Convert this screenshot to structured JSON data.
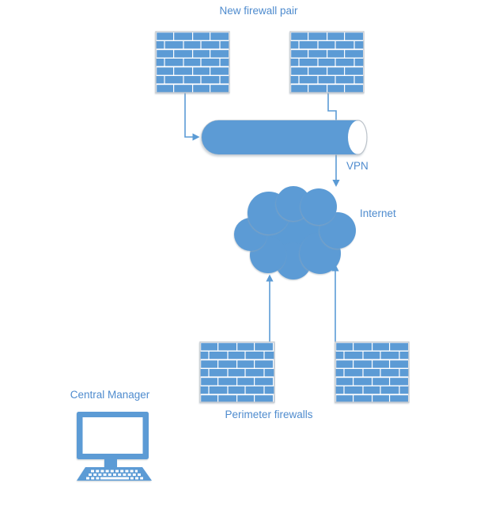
{
  "diagram": {
    "title": "New firewall pair",
    "labels": {
      "new_firewall_pair": "New firewall pair",
      "vpn": "VPN",
      "internet": "Internet",
      "perimeter_firewalls": "Perimeter firewalls",
      "central_manager": "Central Manager"
    },
    "colors": {
      "shape_blue": "#5B9BD5",
      "connector_blue": "#5B9BD5",
      "label_blue": "#4E8BCE",
      "outline_gray": "#C6CBD1",
      "mortar_white": "#FFFFFF",
      "background": "#FFFFFF"
    },
    "nodes": [
      {
        "id": "new-firewall-left",
        "icon": "firewall-icon",
        "group_label": "New firewall pair"
      },
      {
        "id": "new-firewall-right",
        "icon": "firewall-icon",
        "group_label": "New firewall pair"
      },
      {
        "id": "vpn-tunnel",
        "icon": "pipe-tunnel-icon",
        "label": "VPN"
      },
      {
        "id": "internet-cloud",
        "icon": "cloud-icon",
        "label": "Internet"
      },
      {
        "id": "perimeter-firewall-left",
        "icon": "firewall-icon",
        "group_label": "Perimeter firewalls"
      },
      {
        "id": "perimeter-firewall-right",
        "icon": "firewall-icon",
        "group_label": "Perimeter firewalls"
      },
      {
        "id": "central-manager",
        "icon": "computer-icon",
        "label": "Central Manager"
      }
    ],
    "connections": [
      {
        "from": "new-firewall-left",
        "to": "vpn-tunnel",
        "type": "arrow"
      },
      {
        "from": "new-firewall-right",
        "to": "internet-cloud",
        "type": "arrow",
        "via": "vpn-tunnel",
        "label": "VPN"
      },
      {
        "from": "perimeter-firewall-left",
        "to": "internet-cloud",
        "type": "arrow"
      },
      {
        "from": "perimeter-firewall-right",
        "to": "internet-cloud",
        "type": "arrow"
      }
    ]
  }
}
